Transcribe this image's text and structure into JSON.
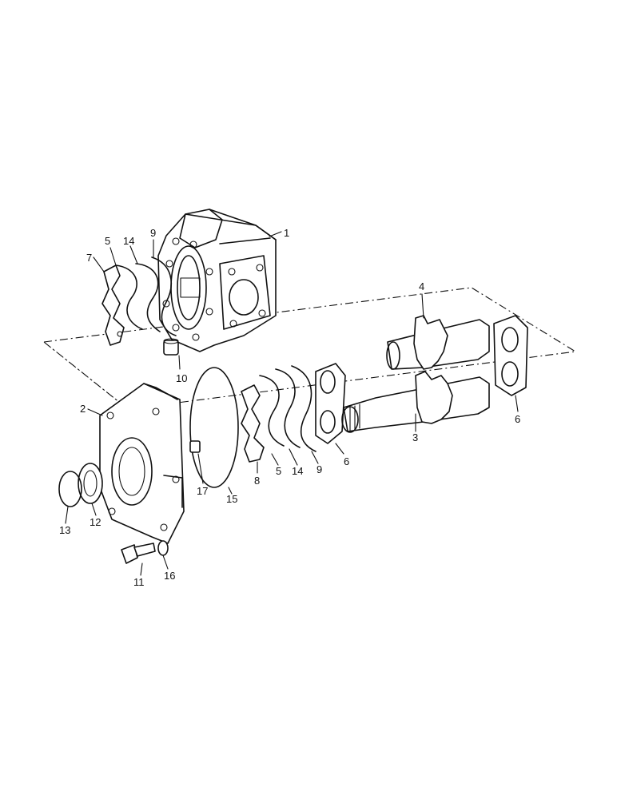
{
  "callouts": {
    "c1": "1",
    "c2": "2",
    "c3": "3",
    "c4": "4",
    "c5a": "5",
    "c5b": "5",
    "c6a": "6",
    "c6b": "6",
    "c7": "7",
    "c8": "8",
    "c9a": "9",
    "c9b": "9",
    "c10": "10",
    "c11": "11",
    "c12": "12",
    "c13": "13",
    "c14a": "14",
    "c14b": "14",
    "c15": "15",
    "c16": "16",
    "c17": "17"
  }
}
